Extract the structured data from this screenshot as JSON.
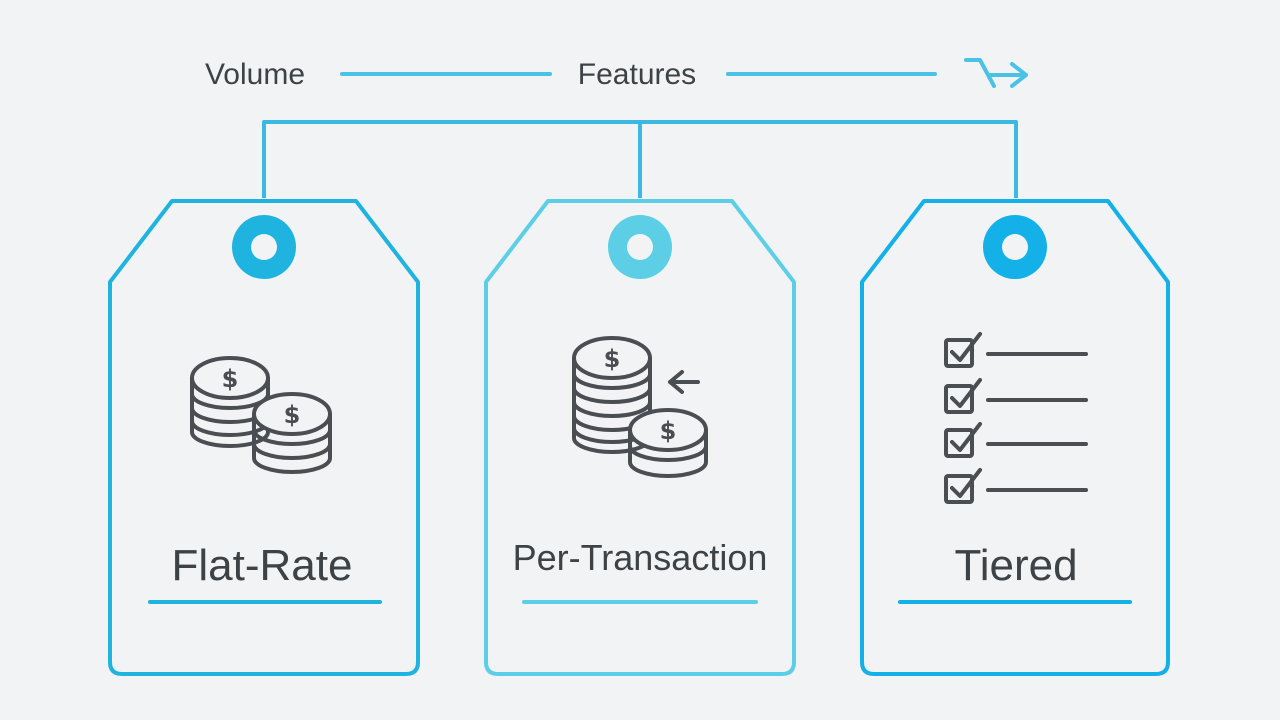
{
  "header": {
    "items": [
      "Volume",
      "Features"
    ]
  },
  "tags": [
    {
      "title": "Flat-Rate",
      "icon": "coin-stack-icon",
      "color": "#1fb3e0"
    },
    {
      "title": "Per-Transaction",
      "icon": "coin-transfer-icon",
      "color": "#5ccfe6"
    },
    {
      "title": "Tiered",
      "icon": "checklist-icon",
      "color": "#14b0e8"
    }
  ],
  "colors": {
    "connector": "#3cb9e2",
    "background": "#f2f3f4",
    "text": "#3d4246",
    "icon": "#4a4e52"
  }
}
